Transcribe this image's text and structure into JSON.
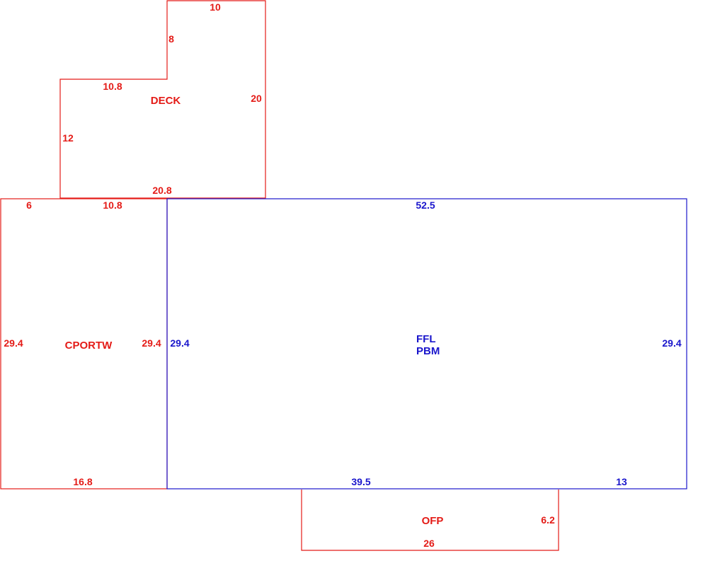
{
  "colors": {
    "red": "#e41b17",
    "blue": "#1a16cc"
  },
  "areas": {
    "deck": {
      "name": "DECK",
      "dims": {
        "top": "10",
        "step_vertical": "8",
        "step_horizontal": "10.8",
        "right": "20",
        "left": "12",
        "bottom": "20.8"
      }
    },
    "cportw": {
      "name": "CPORTW",
      "dims": {
        "top_left": "6",
        "top_right": "10.8",
        "left": "29.4",
        "right": "29.4",
        "bottom": "16.8"
      }
    },
    "main": {
      "name_line1": "FFL",
      "name_line2": "PBM",
      "dims": {
        "top": "52.5",
        "left": "29.4",
        "right": "29.4",
        "bottom_left": "39.5",
        "bottom_right": "13"
      }
    },
    "ofp": {
      "name": "OFP",
      "dims": {
        "right": "6.2",
        "bottom": "26"
      }
    }
  }
}
